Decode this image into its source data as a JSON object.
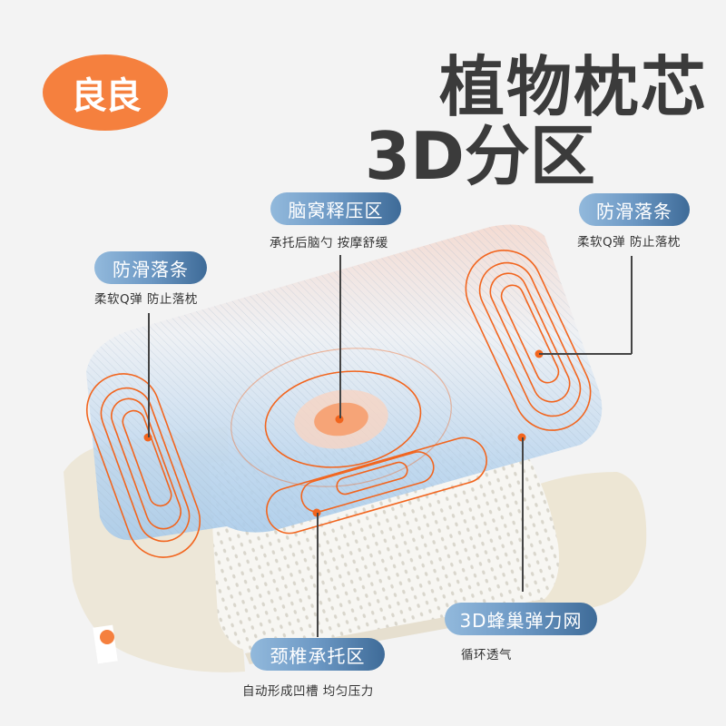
{
  "brand": {
    "logo_text": "良良",
    "logo_color": "#f5803e"
  },
  "headline": {
    "line1": "植物枕芯",
    "line2": "3D分区",
    "color": "#3b3b3b"
  },
  "callouts": {
    "head_zone": {
      "title": "脑窝释压区",
      "subtitle": "承托后脑勺  按摩舒缓"
    },
    "anti_slip_left": {
      "title": "防滑落条",
      "subtitle": "柔软Q弹 防止落枕"
    },
    "anti_slip_right": {
      "title": "防滑落条",
      "subtitle": "柔软Q弹 防止落枕"
    },
    "neck_zone": {
      "title": "颈椎承托区",
      "subtitle": "自动形成凹槽   均匀压力"
    },
    "mesh": {
      "title": "3D蜂巢弹力网",
      "subtitle": "循环透气"
    }
  },
  "colors": {
    "pill_gradient_start": "#92b9dc",
    "pill_gradient_end": "#3e6b98",
    "contour": "#f2651e",
    "background": "#f3f3f3"
  }
}
